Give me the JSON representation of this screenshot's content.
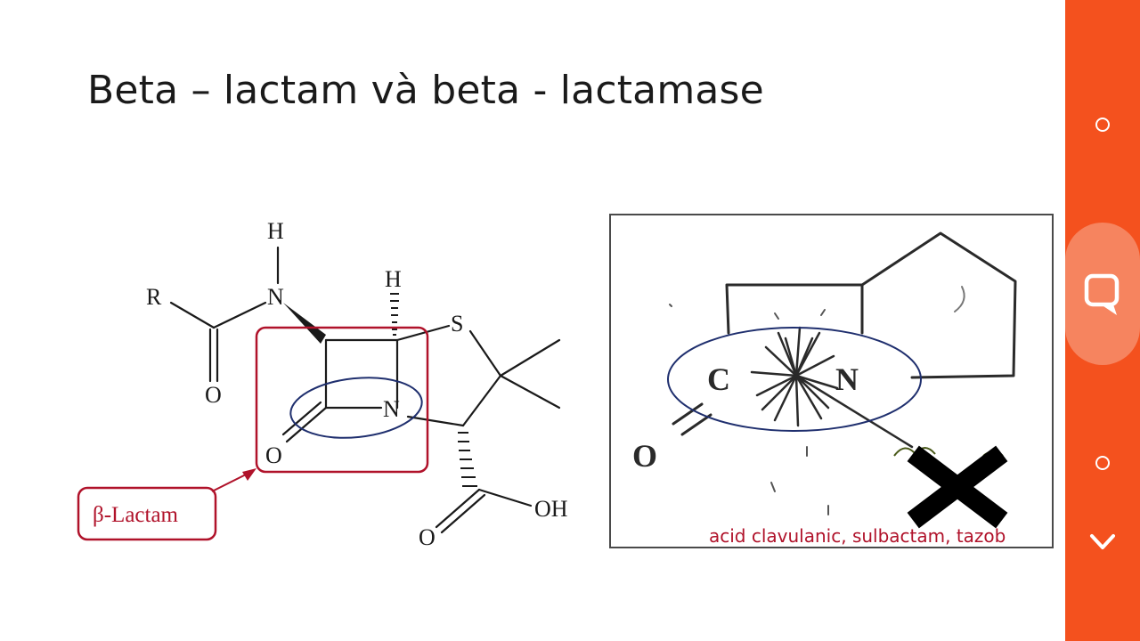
{
  "slide": {
    "title": "Beta – lactam và beta - lactamase",
    "structure_labels": {
      "r_group": "R",
      "amide_h": "H",
      "amide_n": "N",
      "amide_o": "O",
      "ring_h": "H",
      "sulfur": "S",
      "ring_n": "N",
      "lactam_o": "O",
      "carboxyl_o": "O",
      "hydroxyl": "OH"
    },
    "beta_lactam_label": "β-Lactam",
    "sketch_labels": {
      "carbon": "C",
      "nitrogen": "N",
      "oxygen": "O"
    },
    "inhibitor_caption": "acid clavulanic, sulbactam, tazob",
    "colors": {
      "annotation_red": "#b0122a",
      "highlight_blue": "#1f2f6e",
      "panel_orange": "#f4511e",
      "panel_pill": "#f6845f"
    }
  },
  "side_panel": {
    "icons": [
      "circle-icon",
      "chat-bubble-icon",
      "circle-icon",
      "chevron-down-icon"
    ]
  }
}
